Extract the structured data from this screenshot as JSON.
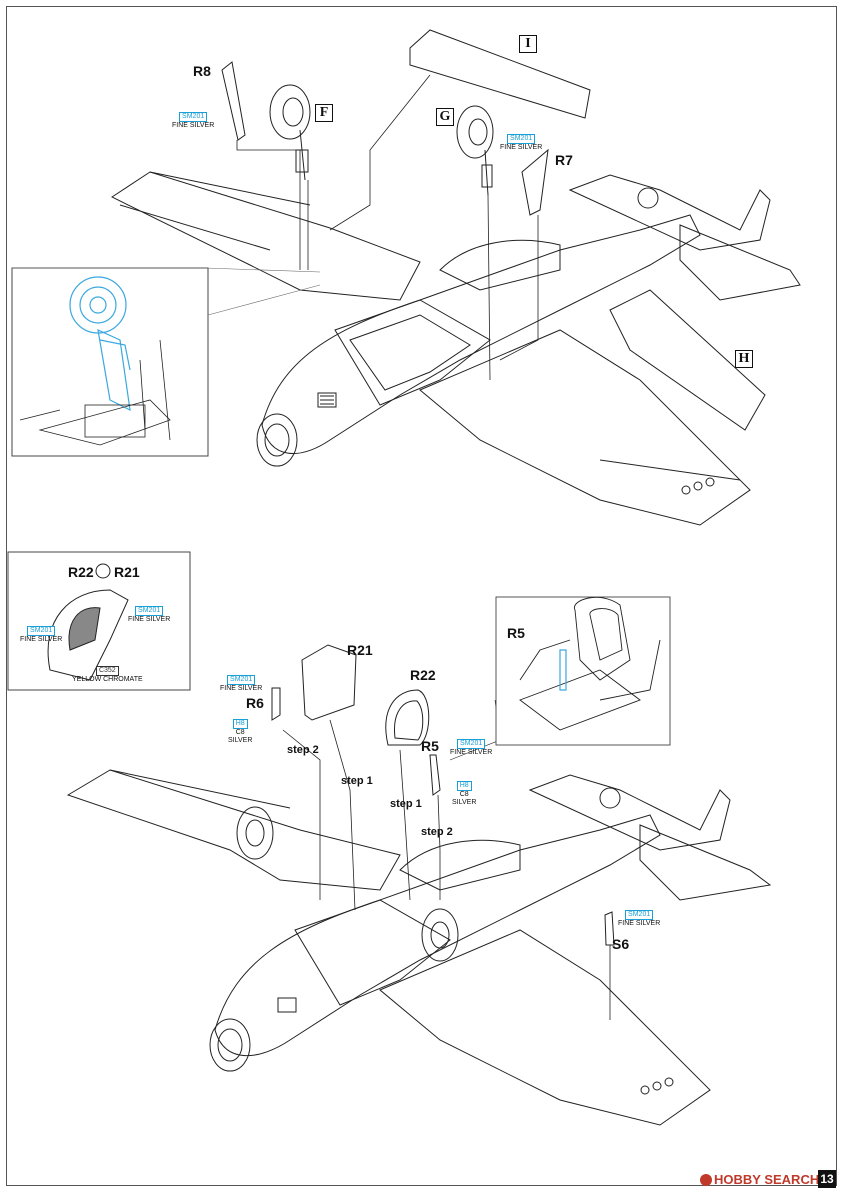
{
  "top_section": {
    "part_labels": {
      "r8": "R8",
      "r7": "R7"
    },
    "box_labels": {
      "f": "F",
      "g": "G",
      "i": "I",
      "h": "H"
    },
    "paints": {
      "r8_wheel": {
        "code": "SM201",
        "name": "FINE SILVER"
      },
      "r7_wheel": {
        "code": "SM201",
        "name": "FINE SILVER"
      }
    }
  },
  "middle_insets": {
    "canopy_inset": {
      "title_left": "R22",
      "title_right": "R21",
      "paint_left": {
        "code": "SM201",
        "name": "FINE SILVER"
      },
      "paint_right": {
        "code": "SM201",
        "name": "FINE SILVER"
      },
      "paint_bottom": {
        "code": "C352",
        "name": "YELLOW CHROMATE"
      }
    },
    "cockpit_inset": {
      "label": "R5"
    }
  },
  "bottom_section": {
    "part_labels": {
      "r21": "R21",
      "r22": "R22",
      "r6": "R6",
      "r5": "R5",
      "s6": "S6"
    },
    "steps": {
      "step2_left": "step 2",
      "step1_left": "step 1",
      "step1_right": "step 1",
      "step2_right": "step 2"
    },
    "paints": {
      "r6_top": {
        "code": "SM201",
        "name": "FINE SILVER"
      },
      "r6_h8": {
        "code": "H8",
        "code2": "C8",
        "name": "SILVER"
      },
      "r5_top": {
        "code": "SM201",
        "name": "FINE SILVER"
      },
      "r5_h8": {
        "code": "H8",
        "code2": "C8",
        "name": "SILVER"
      },
      "s6": {
        "code": "SM201",
        "name": "FINE SILVER"
      }
    }
  },
  "footer": {
    "logo_text": "HOBBY SEARCH",
    "page_number": "13"
  },
  "colors": {
    "line": "#222222",
    "paint_callout": "#1aa0d8",
    "highlight": "#3aa8e0",
    "logo": "#c0392b"
  }
}
